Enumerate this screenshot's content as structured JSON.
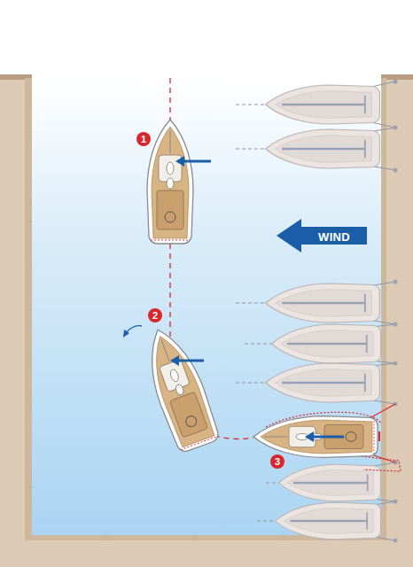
{
  "diagram": {
    "labels": [
      "1",
      "2",
      "3",
      "WIND"
    ]
  }
}
